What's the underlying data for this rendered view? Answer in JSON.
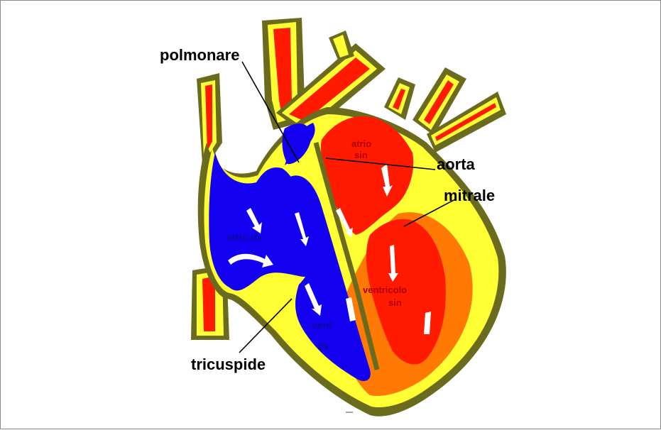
{
  "labels": {
    "polmonare": "polmonare",
    "aorta": "aorta",
    "mitrale": "mitrale",
    "tricuspide": "tricuspide",
    "atrio_sin_line1": "atrio",
    "atrio_sin_line2": "sin",
    "atrio_dx": "atrio dx",
    "ventricolo_sin_line1": "ventricolo",
    "ventricolo_sin_line2": "sin",
    "vent_dx_line1": "vent",
    "vent_dx_line2": "dx"
  },
  "colors": {
    "outline": "#6b6b1e",
    "wall": "#ffff33",
    "oxygenated": "#ff1a00",
    "deoxygenated": "#1400f0",
    "flow_arrow": "#ffffff",
    "leader_line": "#000000"
  }
}
